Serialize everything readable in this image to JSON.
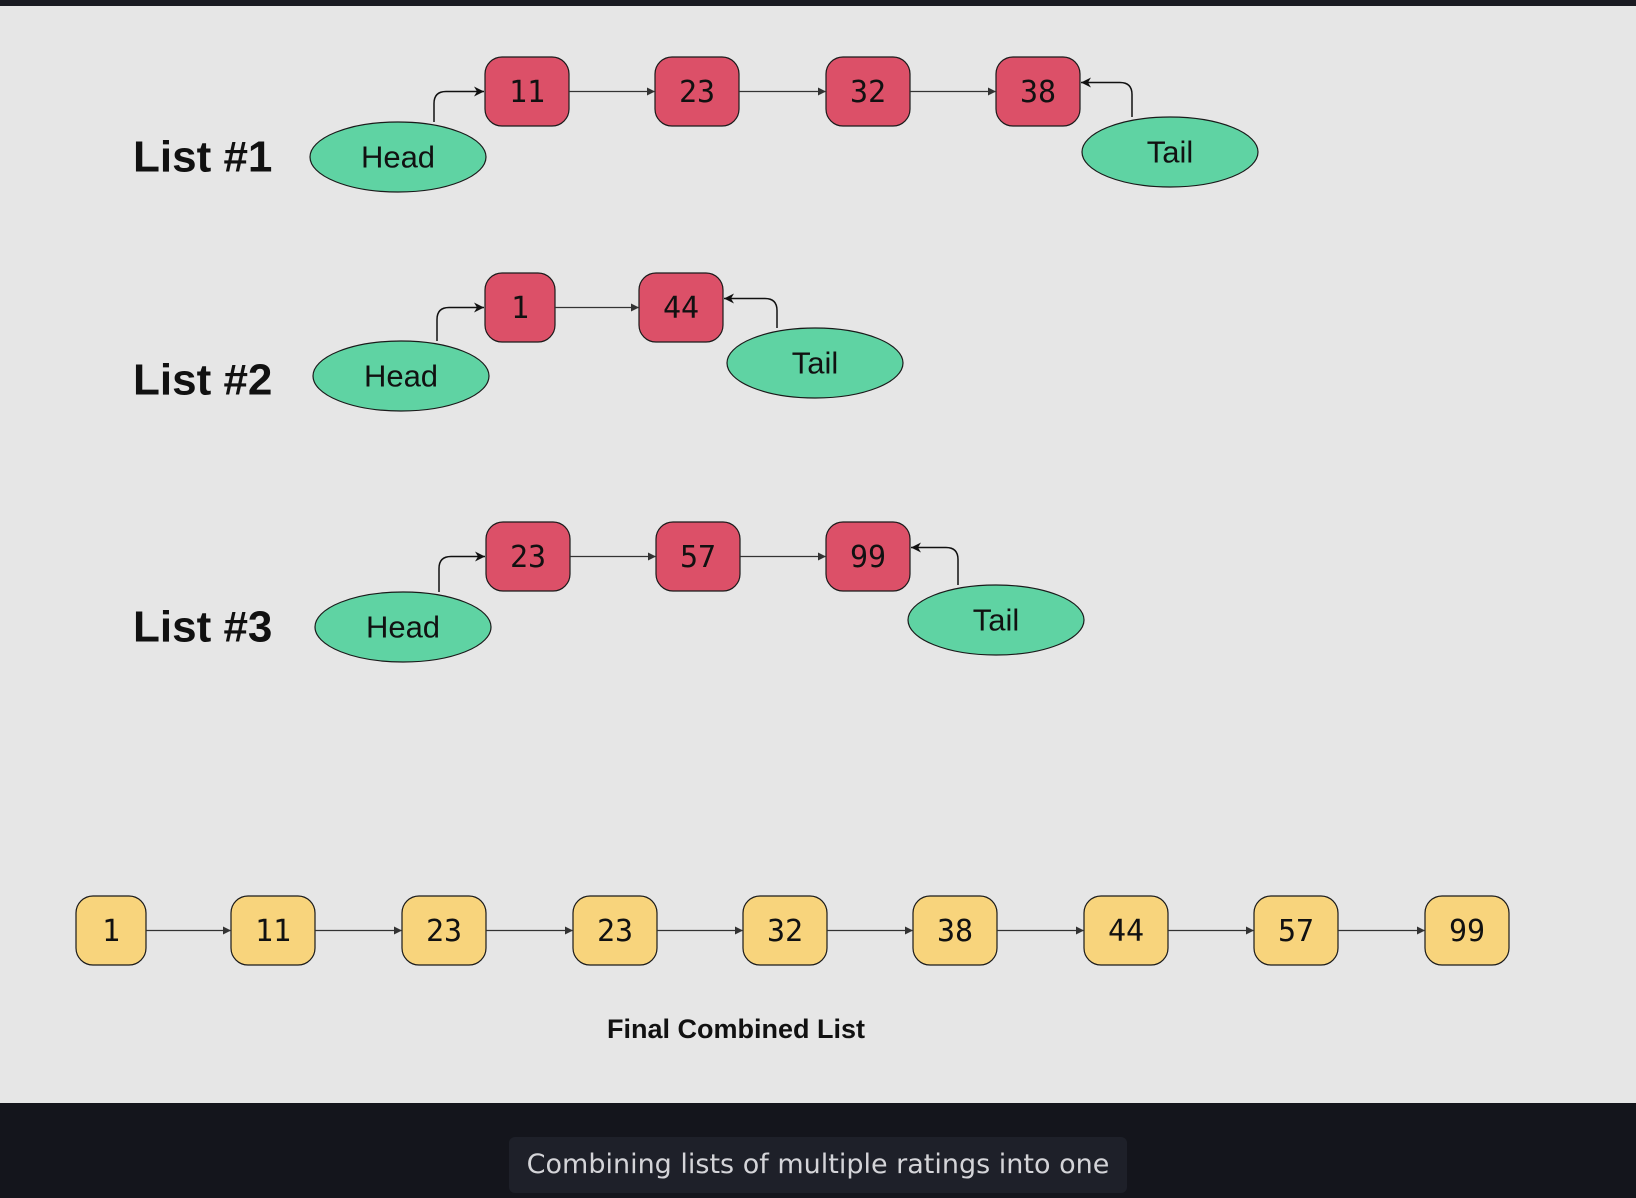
{
  "colors": {
    "list_node_fill": "#dc5068",
    "final_node_fill": "#f8d47c",
    "pointer_fill": "#5fd3a3",
    "stroke": "#1a1a1a",
    "canvas_bg": "#e6e6e6",
    "footer_bg": "#14151c"
  },
  "lists": [
    {
      "title": "List #1",
      "values": [
        "11",
        "23",
        "32",
        "38"
      ],
      "head_label": "Head",
      "tail_label": "Tail"
    },
    {
      "title": "List #2",
      "values": [
        "1",
        "44"
      ],
      "head_label": "Head",
      "tail_label": "Tail"
    },
    {
      "title": "List #3",
      "values": [
        "23",
        "57",
        "99"
      ],
      "head_label": "Head",
      "tail_label": "Tail"
    }
  ],
  "final_list": {
    "title": "Final Combined List",
    "values": [
      "1",
      "11",
      "23",
      "23",
      "32",
      "38",
      "44",
      "57",
      "99"
    ]
  },
  "caption": "Combining lists of multiple ratings into one"
}
